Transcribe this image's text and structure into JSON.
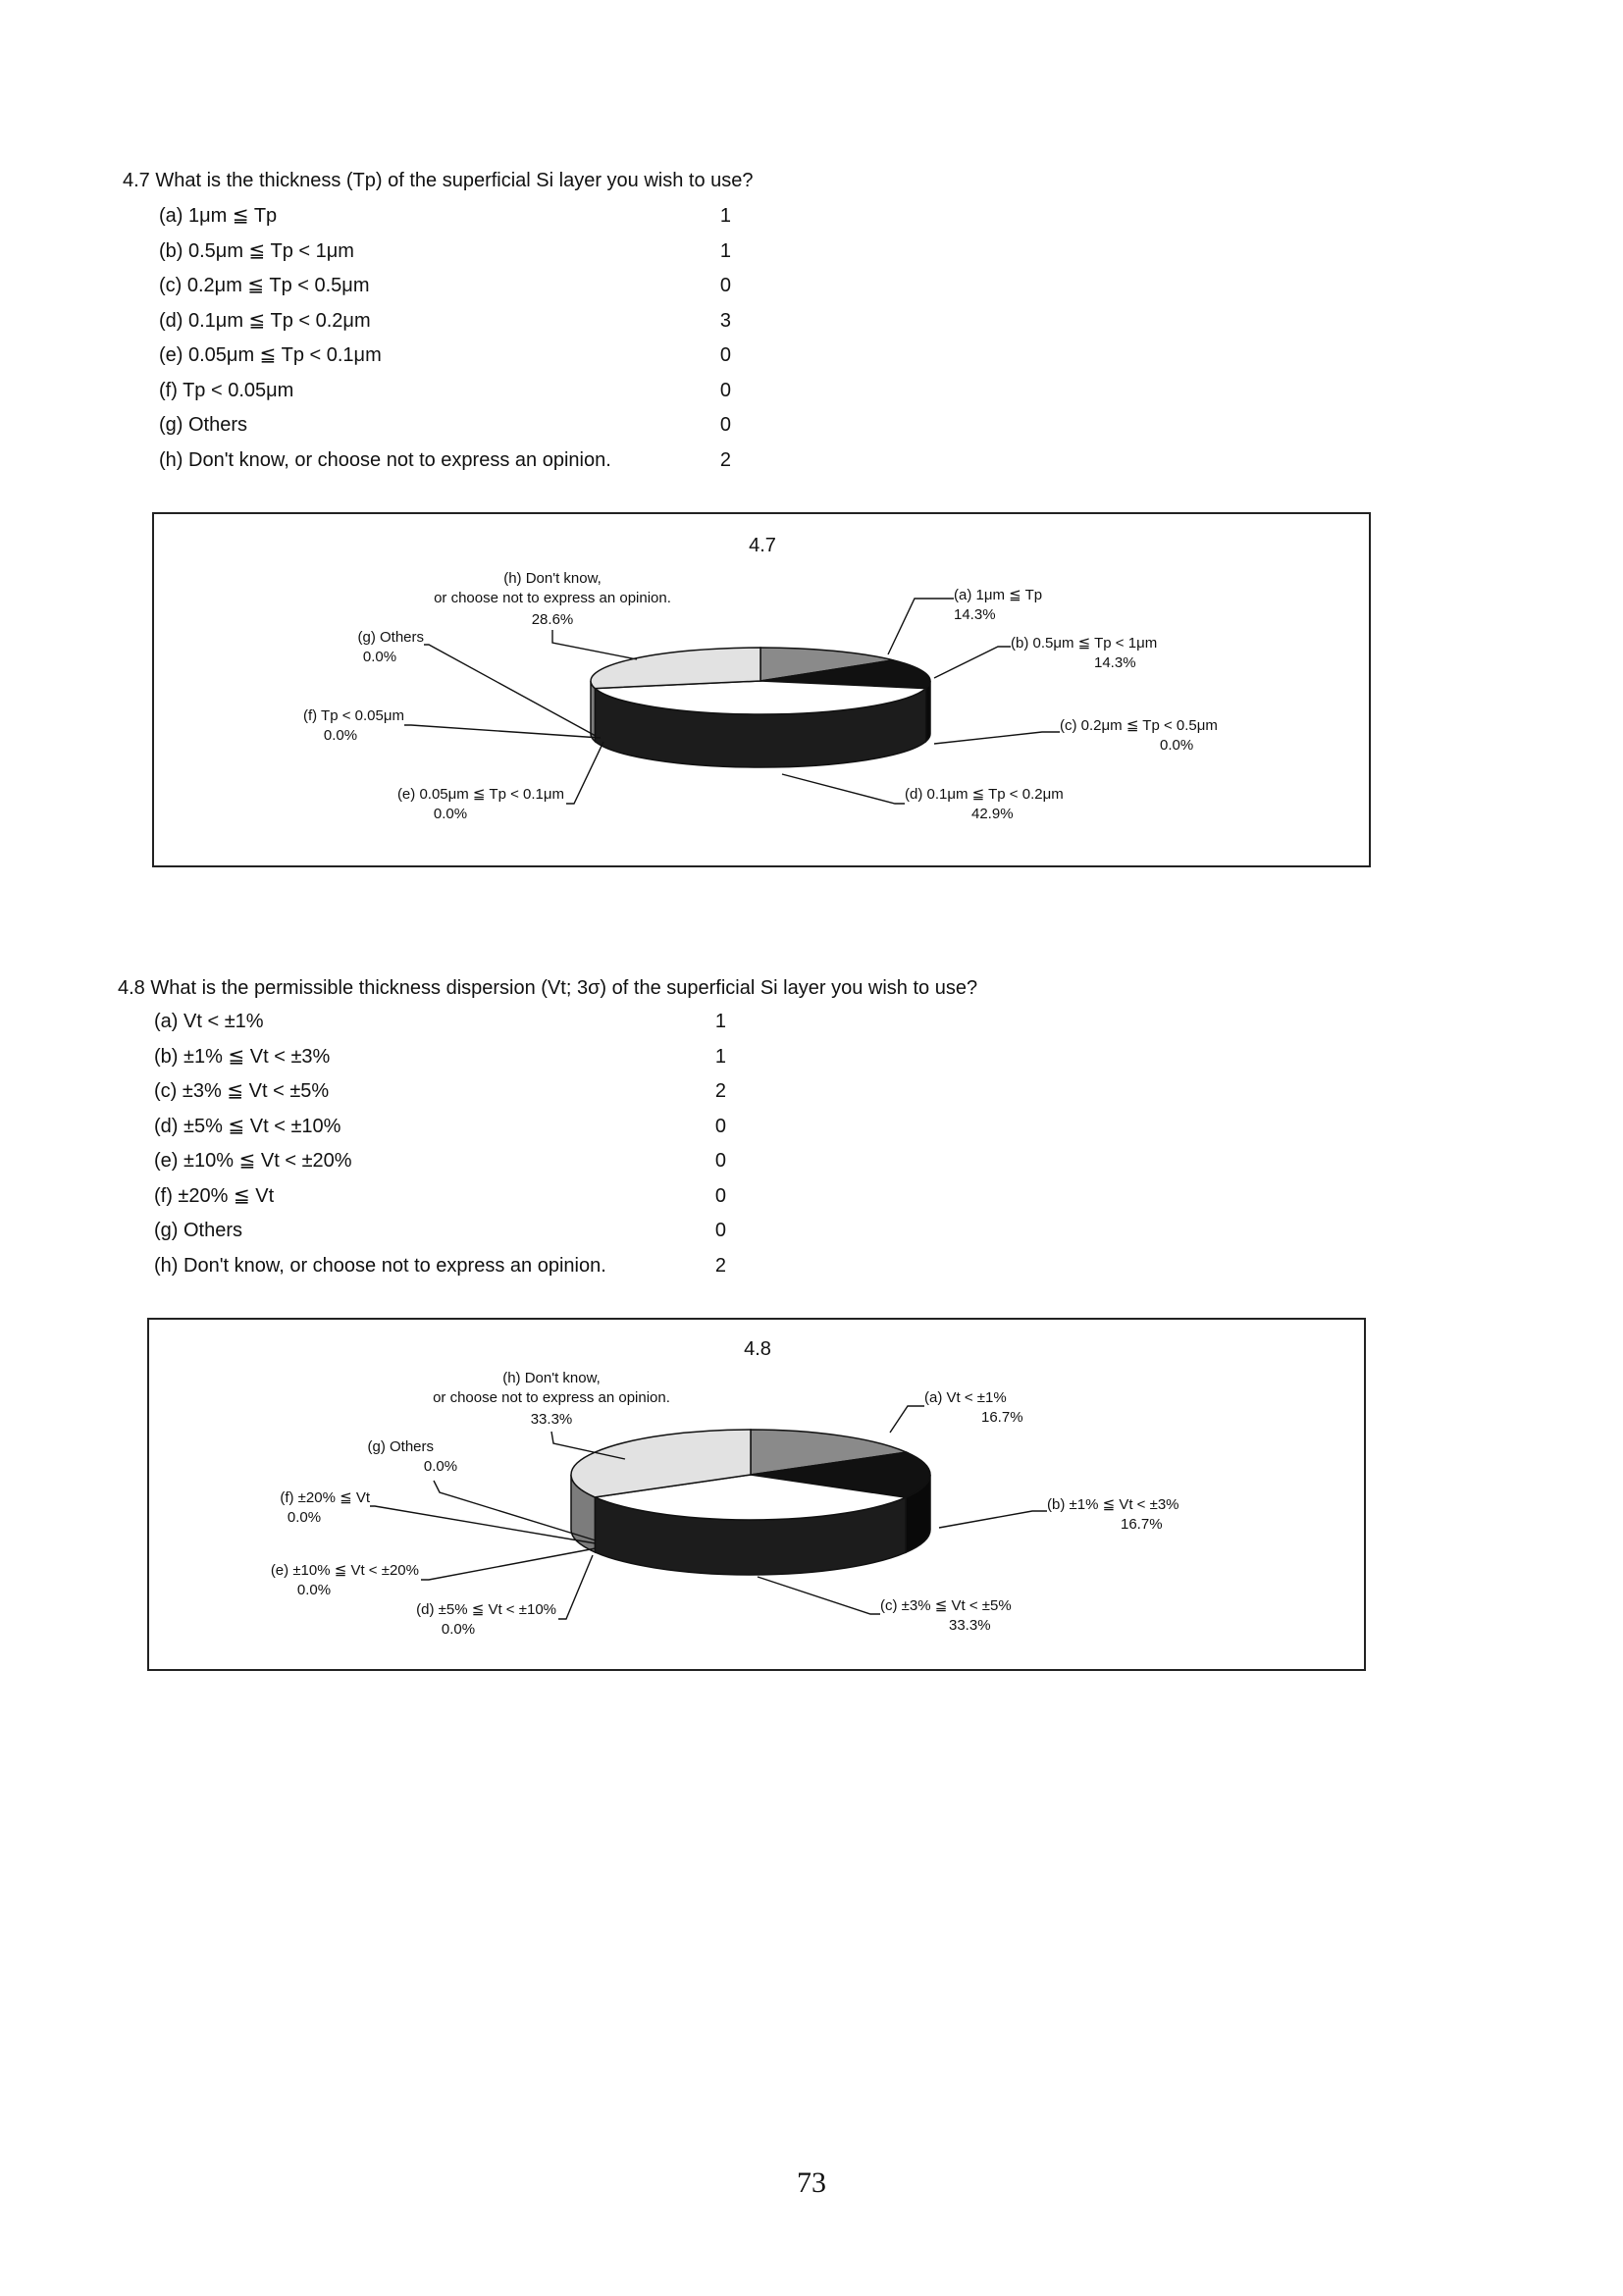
{
  "sections": [
    {
      "question": "4.7 What is the thickness (Tp) of the superficial Si layer you wish to use?",
      "options": [
        {
          "label": "(a) 1μm ≦ Tp",
          "count": "1"
        },
        {
          "label": "(b) 0.5μm ≦ Tp < 1μm",
          "count": "1"
        },
        {
          "label": "(c) 0.2μm ≦ Tp < 0.5μm",
          "count": "0"
        },
        {
          "label": "(d) 0.1μm ≦ Tp < 0.2μm",
          "count": "3"
        },
        {
          "label": "(e) 0.05μm ≦ Tp < 0.1μm",
          "count": "0"
        },
        {
          "label": "(f) Tp < 0.05μm",
          "count": "0"
        },
        {
          "label": "(g) Others",
          "count": "0"
        },
        {
          "label": "(h) Don't know, or choose not to express an opinion.",
          "count": "2"
        }
      ]
    },
    {
      "question": "4.8 What is the permissible thickness dispersion (Vt; 3σ) of the superficial Si layer you wish to use?",
      "options": [
        {
          "label": "(a) Vt < ±1%",
          "count": "1"
        },
        {
          "label": "(b) ±1% ≦ Vt < ±3%",
          "count": "1"
        },
        {
          "label": "(c) ±3% ≦ Vt < ±5%",
          "count": "2"
        },
        {
          "label": "(d) ±5% ≦ Vt < ±10%",
          "count": "0"
        },
        {
          "label": "(e) ±10% ≦ Vt < ±20%",
          "count": "0"
        },
        {
          "label": "(f) ±20% ≦ Vt",
          "count": "0"
        },
        {
          "label": "(g) Others",
          "count": "0"
        },
        {
          "label": "(h) Don't know, or choose not to express an opinion.",
          "count": "2"
        }
      ]
    }
  ],
  "chart_data": [
    {
      "type": "pie",
      "title": "4.7",
      "slices": [
        {
          "label": "(a) 1μm ≦ Tp",
          "value": 14.3,
          "value_label": "14.3%",
          "fill": "#8a8a8a"
        },
        {
          "label": "(b) 0.5μm ≦ Tp < 1μm",
          "value": 14.3,
          "value_label": "14.3%",
          "fill": "#111111"
        },
        {
          "label": "(c) 0.2μm ≦ Tp < 0.5μm",
          "value": 0,
          "value_label": "0.0%",
          "fill": "#333333"
        },
        {
          "label": "(d) 0.1μm ≦ Tp < 0.2μm",
          "value": 42.9,
          "value_label": "42.9%",
          "fill": "#ffffff"
        },
        {
          "label": "(e) 0.05μm ≦ Tp < 0.1μm",
          "value": 0,
          "value_label": "0.0%",
          "fill": "#555555"
        },
        {
          "label": "(f) Tp < 0.05μm",
          "value": 0,
          "value_label": "0.0%",
          "fill": "#777777"
        },
        {
          "label": "(g) Others",
          "value": 0,
          "value_label": "0.0%",
          "fill": "#999999"
        },
        {
          "label": "(h) Don't know, or choose not to express an opinion.",
          "value": 28.6,
          "value_label": "28.6%",
          "fill": "#e2e2e2"
        }
      ],
      "legend": "none"
    },
    {
      "type": "pie",
      "title": "4.8",
      "slices": [
        {
          "label": "(a) Vt < ±1%",
          "value": 16.7,
          "value_label": "16.7%",
          "fill": "#8a8a8a"
        },
        {
          "label": "(b) ±1% ≦ Vt < ±3%",
          "value": 16.7,
          "value_label": "16.7%",
          "fill": "#111111"
        },
        {
          "label": "(c) ±3% ≦ Vt < ±5%",
          "value": 33.3,
          "value_label": "33.3%",
          "fill": "#ffffff"
        },
        {
          "label": "(d) ±5% ≦ Vt < ±10%",
          "value": 0,
          "value_label": "0.0%",
          "fill": "#333333"
        },
        {
          "label": "(e) ±10% ≦ Vt < ±20%",
          "value": 0,
          "value_label": "0.0%",
          "fill": "#555555"
        },
        {
          "label": "(f) ±20% ≦ Vt",
          "value": 0,
          "value_label": "0.0%",
          "fill": "#777777"
        },
        {
          "label": "(g) Others",
          "value": 0,
          "value_label": "0.0%",
          "fill": "#999999"
        },
        {
          "label": "(h) Don't know, or choose not to express an opinion.",
          "value": 33.3,
          "value_label": "33.3%",
          "fill": "#e2e2e2"
        }
      ],
      "legend": "none"
    }
  ],
  "page_number": "73"
}
